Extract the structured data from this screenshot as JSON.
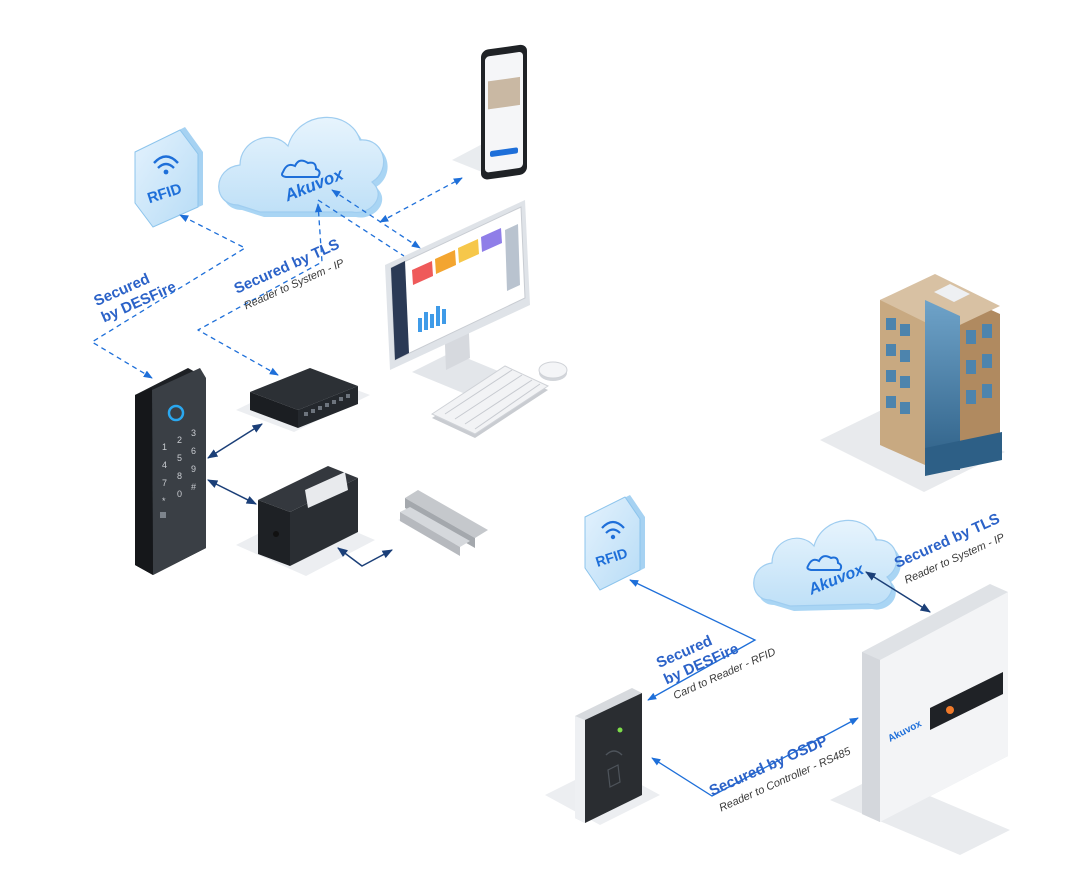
{
  "colors": {
    "accent": "#1e6fd9",
    "label_blue": "#2b62c8",
    "sub_text": "#3a3a3a",
    "cloud": "#d6ecfb",
    "cloud_edge": "#9fcdf0",
    "device_dark": "#2a2d31",
    "device_light": "#eef0f3"
  },
  "icons": [
    "rfid-tile-icon",
    "akuvox-cloud-icon",
    "smartphone-icon",
    "monitor-icon",
    "keyboard-icon",
    "mouse-icon",
    "network-switch-icon",
    "door-controller-icon",
    "magnetic-lock-icon",
    "door-access-keypad-icon",
    "building-icon",
    "card-reader-icon",
    "access-control-panel-icon"
  ],
  "left": {
    "rfid_label": "RFID",
    "cloud_label": "Akuvox",
    "desfire_title_line1": "Secured",
    "desfire_title_line2": "by DESFire",
    "tls_title": "Secured by TLS",
    "tls_sub": "Reader to System - IP"
  },
  "right": {
    "rfid_label": "RFID",
    "cloud_label": "Akuvox",
    "tls_title": "Secured by TLS",
    "tls_sub": "Reader to System - IP",
    "desfire_title_line1": "Secured",
    "desfire_title_line2": "by DESFire",
    "desfire_sub": "Card to Reader - RFID",
    "osdp_title": "Secured by OSDP",
    "osdp_sub": "Reader to Controller - RS485",
    "panel_brand": "Akuvox"
  }
}
